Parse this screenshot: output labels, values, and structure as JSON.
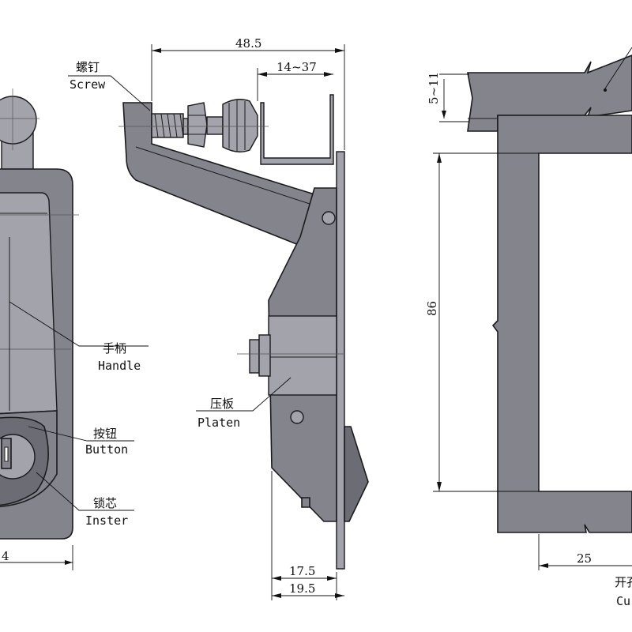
{
  "dimensions": {
    "overall_width": "48.5",
    "clamp_range": "14~37",
    "panel_gap": "5~11",
    "cutout_height": "86",
    "cutout_width": "25",
    "depth_inner": "17.5",
    "depth_outer": "19.5",
    "front_width_partial": "4"
  },
  "labels": {
    "screw_cn": "螺钉",
    "screw_en": "Screw",
    "handle_cn": "手柄",
    "handle_en": "Handle",
    "platen_cn": "压板",
    "platen_en": "Platen",
    "button_cn": "按钮",
    "button_en": "Button",
    "inster_cn": "锁芯",
    "inster_en": "Inster",
    "cutout_cn_partial": "开孔",
    "cutout_en_partial": "Cu"
  }
}
